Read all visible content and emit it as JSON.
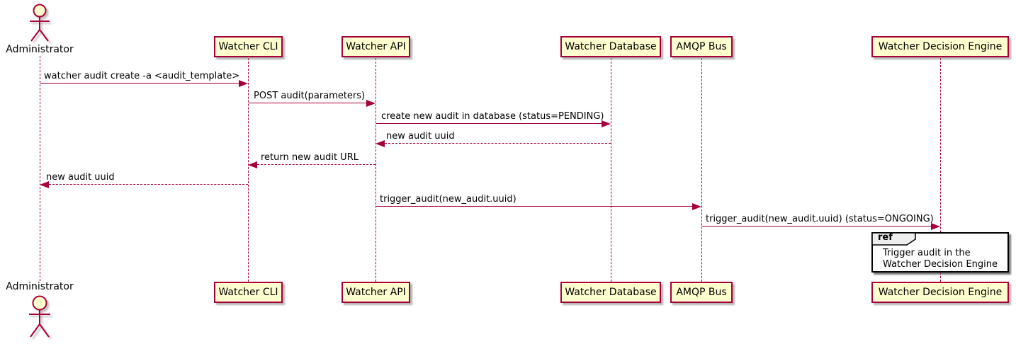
{
  "diagram": {
    "kind": "uml-sequence-diagram",
    "colors": {
      "participant_fill": "#FEFECE",
      "participant_border": "#A80036",
      "line": "#A80036",
      "text": "#000000",
      "ref_border": "#000000",
      "ref_header_fill": "#EEEEEE",
      "background": "#FFFFFF"
    }
  },
  "actor": {
    "name": "Administrator"
  },
  "participants": [
    {
      "label": "Watcher CLI"
    },
    {
      "label": "Watcher API"
    },
    {
      "label": "Watcher Database"
    },
    {
      "label": "AMQP Bus"
    },
    {
      "label": "Watcher Decision Engine"
    }
  ],
  "messages": [
    {
      "label": "watcher audit create -a <audit_template>",
      "from": "Administrator",
      "to": "Watcher CLI",
      "style": "solid",
      "direction": "right"
    },
    {
      "label": "POST audit(parameters)",
      "from": "Watcher CLI",
      "to": "Watcher API",
      "style": "solid",
      "direction": "right"
    },
    {
      "label": "create new audit in database (status=PENDING)",
      "from": "Watcher API",
      "to": "Watcher Database",
      "style": "solid",
      "direction": "right"
    },
    {
      "label": "new audit uuid",
      "from": "Watcher Database",
      "to": "Watcher API",
      "style": "dashed",
      "direction": "left"
    },
    {
      "label": "return new audit URL",
      "from": "Watcher API",
      "to": "Watcher CLI",
      "style": "dashed",
      "direction": "left"
    },
    {
      "label": "new audit uuid",
      "from": "Watcher CLI",
      "to": "Administrator",
      "style": "dashed",
      "direction": "left"
    },
    {
      "label": "trigger_audit(new_audit.uuid)",
      "from": "Watcher API",
      "to": "AMQP Bus",
      "style": "solid",
      "direction": "right"
    },
    {
      "label": "trigger_audit(new_audit.uuid) (status=ONGOING)",
      "from": "AMQP Bus",
      "to": "Watcher Decision Engine",
      "style": "solid",
      "direction": "right"
    }
  ],
  "ref": {
    "keyword": "ref",
    "text": "Trigger audit in the\nWatcher Decision Engine",
    "over": "Watcher Decision Engine"
  }
}
